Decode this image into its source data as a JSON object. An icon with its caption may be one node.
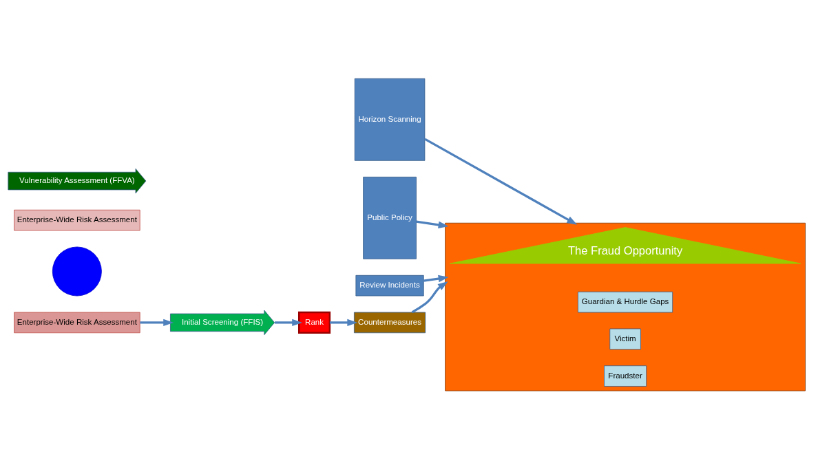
{
  "diagram": {
    "nodes": [
      {
        "text": [],
        "shape": "box"
      },
      {
        "text": [
          "The Fraud Opportunity"
        ],
        "in": 0
      },
      {
        "text": [
          "Guardian & Hurdle Gaps"
        ],
        "in": 0
      },
      {
        "text": [
          "Victim"
        ],
        "in": 0
      },
      {
        "text": [
          "Fraudster"
        ],
        "in": 0
      },
      {
        "text": [],
        "shape": "circle"
      },
      {
        "text": [
          "Horizon Scanning"
        ]
      },
      {
        "text": [
          "Public Policy"
        ]
      },
      {
        "text": [
          "Review Incidents"
        ]
      },
      {
        "text": [
          "Enterprise-Wide Risk Assessment"
        ]
      },
      {
        "text": [
          "Enterprise-Wide Risk Assessment"
        ]
      },
      {
        "text": [
          "Initial Screening (FFIS)"
        ]
      },
      {
        "text": [
          "Vulnerability Assessment (FFVA)"
        ]
      },
      {
        "text": [
          "Rank"
        ]
      },
      {
        "text": [
          "Countermeasures"
        ]
      }
    ],
    "edges": [
      {
        "from": 6,
        "to": 0,
        "arrow": "to"
      },
      {
        "from": 7,
        "to": 0,
        "arrow": "to"
      },
      {
        "from": 8,
        "to": 0,
        "arrow": "to"
      },
      {
        "from": 10,
        "to": 11,
        "arrow": "to"
      },
      {
        "from": 11,
        "to": 13,
        "arrow": "to"
      },
      {
        "from": 13,
        "to": 14,
        "arrow": "to"
      },
      {
        "from": 14,
        "to": 0,
        "arrow": "to"
      }
    ]
  }
}
